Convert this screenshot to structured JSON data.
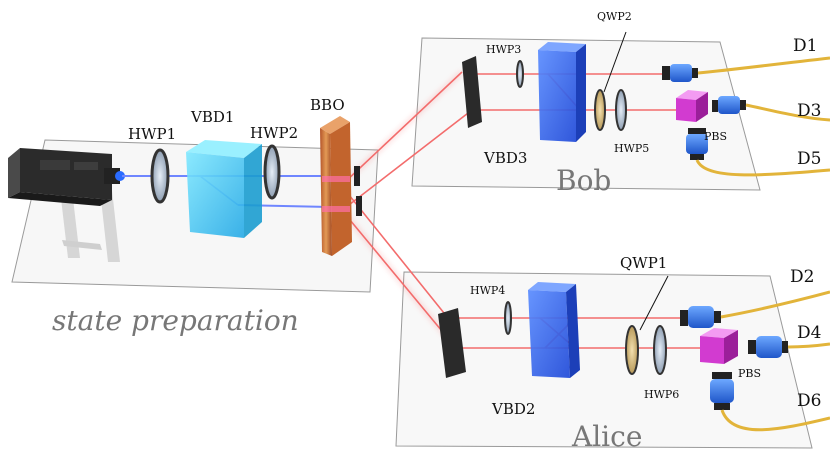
{
  "labels": {
    "hwp1": "HWP1",
    "vbd1": "VBD1",
    "hwp2": "HWP2",
    "bbo": "BBO",
    "hwp3": "HWP3",
    "qwp2": "QWP2",
    "vbd3": "VBD3",
    "hwp5": "HWP5",
    "pbs_bob": "PBS",
    "hwp4": "HWP4",
    "qwp1": "QWP1",
    "vbd2": "VBD2",
    "hwp6": "HWP6",
    "pbs_alice": "PBS",
    "d1": "D1",
    "d2": "D2",
    "d3": "D3",
    "d4": "D4",
    "d5": "D5",
    "d6": "D6",
    "bob": "Bob",
    "alice": "Alice",
    "state_preparation": "state preparation"
  },
  "colors": {
    "beam_red": "#f36c6c",
    "beam_blue": "#6f86ff",
    "fiber": "#e2b43a",
    "crystal_cyan": "#3fd3ff",
    "crystal_blue": "#3b6cf2",
    "pbs_magenta": "#d23bd0",
    "bbo_orange": "#d47a3a"
  }
}
